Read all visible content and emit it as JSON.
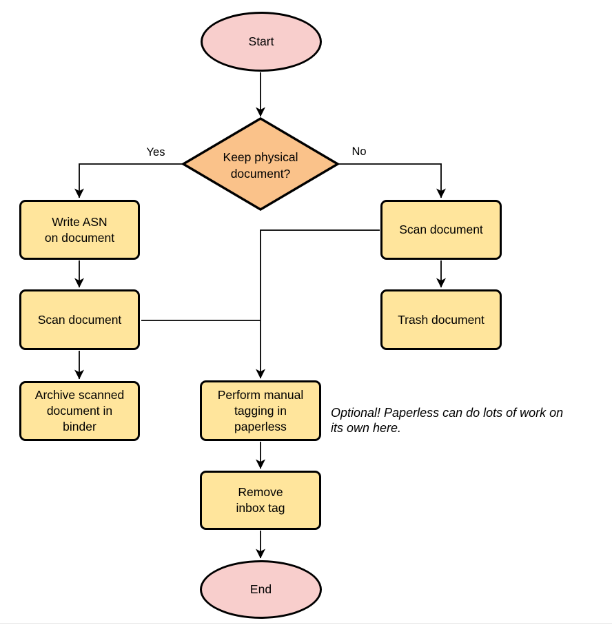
{
  "colors": {
    "terminal_fill": "#F8CECC",
    "process_fill": "#FFE59C",
    "decision_fill": "#FAC28A",
    "stroke": "#000000"
  },
  "nodes": {
    "start": {
      "label": "Start"
    },
    "decision": {
      "lines": [
        "Keep physical",
        "document?"
      ]
    },
    "write_asn": {
      "lines": [
        "Write ASN",
        "on document"
      ]
    },
    "scan_left": {
      "lines": [
        "Scan document"
      ]
    },
    "archive": {
      "lines": [
        "Archive scanned",
        "document in",
        "binder"
      ]
    },
    "scan_right": {
      "lines": [
        "Scan document"
      ]
    },
    "trash": {
      "lines": [
        "Trash document"
      ]
    },
    "tagging": {
      "lines": [
        "Perform manual",
        "tagging in",
        "paperless"
      ]
    },
    "remove_inbox": {
      "lines": [
        "Remove",
        "inbox tag"
      ]
    },
    "end": {
      "label": "End"
    }
  },
  "edge_labels": {
    "yes": "Yes",
    "no": "No"
  },
  "annotation": {
    "lines": [
      "Optional! Paperless can do lots of work on",
      "its own here."
    ]
  },
  "edges": [
    {
      "from": "start",
      "to": "decision",
      "label": ""
    },
    {
      "from": "decision",
      "to": "write_asn",
      "label": "Yes"
    },
    {
      "from": "decision",
      "to": "scan_right",
      "label": "No"
    },
    {
      "from": "write_asn",
      "to": "scan_left",
      "label": ""
    },
    {
      "from": "scan_left",
      "to": "archive",
      "label": ""
    },
    {
      "from": "scan_right",
      "to": "trash",
      "label": ""
    },
    {
      "from": "scan_left",
      "to": "tagging",
      "label": ""
    },
    {
      "from": "scan_right",
      "to": "tagging",
      "label": ""
    },
    {
      "from": "tagging",
      "to": "remove_inbox",
      "label": ""
    },
    {
      "from": "remove_inbox",
      "to": "end",
      "label": ""
    }
  ]
}
